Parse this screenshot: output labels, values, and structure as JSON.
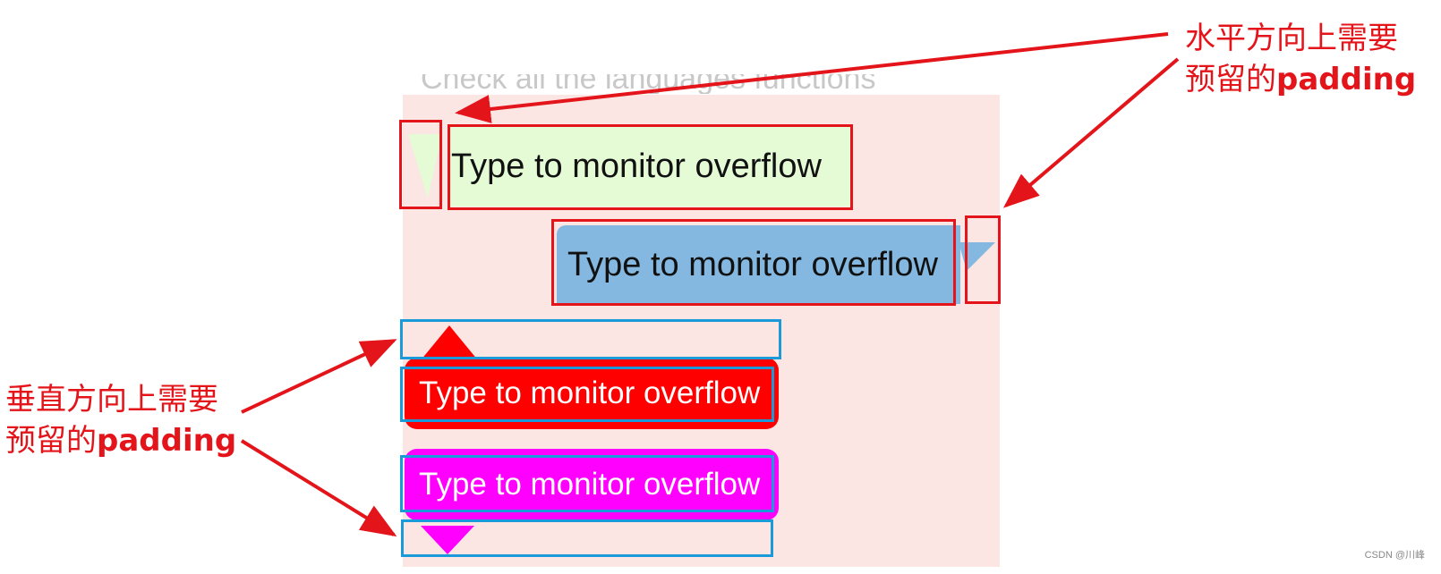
{
  "colors": {
    "annotation_red": "#e3151b",
    "annotation_blue": "#1a9ad8",
    "panel": "#fbe6e4",
    "bubble_green": "#e4fbd5",
    "bubble_blue": "#84b8e0",
    "bubble_red": "#ff0000",
    "bubble_magenta": "#ff00ff"
  },
  "cut_off_text": "Check all the languages functions",
  "bubbles": [
    {
      "label": "Type to monitor overflow"
    },
    {
      "label": "Type to monitor overflow"
    },
    {
      "label": "Type to monitor overflow"
    },
    {
      "label": "Type to monitor overflow"
    }
  ],
  "annotations": {
    "horizontal": {
      "line1": "水平方向上需要",
      "line2_prefix": "预留的",
      "line2_bold": "padding"
    },
    "vertical": {
      "line1": "垂直方向上需要",
      "line2_prefix": "预留的",
      "line2_bold": "padding"
    }
  },
  "watermark": "CSDN @川峰"
}
